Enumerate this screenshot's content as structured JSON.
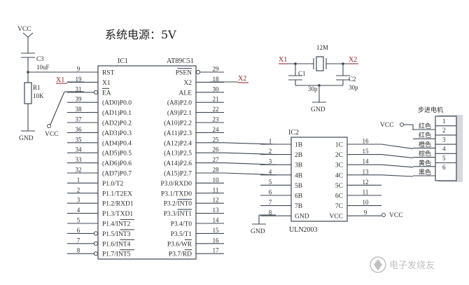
{
  "title": "系统电源：5V",
  "ic1": {
    "ref": "IC1",
    "part": "AT89C51",
    "left_pins": [
      {
        "num": "9",
        "name": "RST"
      },
      {
        "num": "19",
        "name": "X1"
      },
      {
        "num": "31",
        "name": "EA"
      },
      {
        "num": "39",
        "name": "(AD0)P0.0"
      },
      {
        "num": "38",
        "name": "(AD1)P0.1"
      },
      {
        "num": "37",
        "name": "(AD2)P0.2"
      },
      {
        "num": "36",
        "name": "(AD3)P0.3"
      },
      {
        "num": "35",
        "name": "(AD4)P0.4"
      },
      {
        "num": "34",
        "name": "(AD5)P0.5"
      },
      {
        "num": "33",
        "name": "(AD6)P0.6"
      },
      {
        "num": "32",
        "name": "(AD7)P0.7"
      },
      {
        "num": "1",
        "name": "P1.0/T2"
      },
      {
        "num": "2",
        "name": "P1.1/T2EX"
      },
      {
        "num": "3",
        "name": "P1.2/RXD1"
      },
      {
        "num": "4",
        "name": "P1.3/TXD1"
      },
      {
        "num": "5",
        "name": "P1.4/INT2"
      },
      {
        "num": "6",
        "name": "P1.5/INT3"
      },
      {
        "num": "7",
        "name": "P1.6/INT4"
      },
      {
        "num": "8",
        "name": "P1.7/INT5"
      }
    ],
    "right_pins": [
      {
        "num": "29",
        "name": "PSEN"
      },
      {
        "num": "18",
        "name": "X2"
      },
      {
        "num": "30",
        "name": "ALE"
      },
      {
        "num": "21",
        "name": "(A8)P2.0"
      },
      {
        "num": "22",
        "name": "(A9)P2.1"
      },
      {
        "num": "23",
        "name": "(A10)P2.2"
      },
      {
        "num": "24",
        "name": "(A11)P2.3"
      },
      {
        "num": "25",
        "name": "(A12)P2.4"
      },
      {
        "num": "26",
        "name": "(A13)P2.5"
      },
      {
        "num": "27",
        "name": "(A14)P2.6"
      },
      {
        "num": "28",
        "name": "(A15)P2.7"
      },
      {
        "num": "10",
        "name": "P3.0/RXD0"
      },
      {
        "num": "11",
        "name": "P3.1/TXD0"
      },
      {
        "num": "12",
        "name": "P3.2/INT0"
      },
      {
        "num": "13",
        "name": "P3.3/INT1"
      },
      {
        "num": "14",
        "name": "P3.4/T0"
      },
      {
        "num": "15",
        "name": "P3.5/T1"
      },
      {
        "num": "16",
        "name": "P3.6/WR"
      },
      {
        "num": "17",
        "name": "P3.7/RD"
      }
    ]
  },
  "ic2": {
    "ref": "IC2",
    "part": "ULN2003",
    "left_pins": [
      {
        "num": "1",
        "name": "1B"
      },
      {
        "num": "2",
        "name": "2B"
      },
      {
        "num": "3",
        "name": "3B"
      },
      {
        "num": "4",
        "name": "4B"
      },
      {
        "num": "5",
        "name": "5B"
      },
      {
        "num": "6",
        "name": "6B"
      },
      {
        "num": "7",
        "name": "7B"
      },
      {
        "num": "8",
        "name": "GND"
      }
    ],
    "right_pins": [
      {
        "num": "16",
        "name": "1C"
      },
      {
        "num": "15",
        "name": "2C"
      },
      {
        "num": "14",
        "name": "3C"
      },
      {
        "num": "13",
        "name": "4C"
      },
      {
        "num": "12",
        "name": "5C"
      },
      {
        "num": "11",
        "name": "6C"
      },
      {
        "num": "10",
        "name": "7C"
      },
      {
        "num": "9",
        "name": "VCC"
      }
    ]
  },
  "power": {
    "vcc_top": "VCC",
    "c3": "C3",
    "c3_value": "10uF",
    "r1": "R1",
    "r1_value": "10K",
    "gnd_left": "GND",
    "vcc_ea": "VCC",
    "net_x1": "X1"
  },
  "crystal": {
    "net_x1": "X1",
    "net_x2": "X2",
    "value": "12M",
    "c1": "C1",
    "c1_value": "30p",
    "c2": "C2",
    "c2_value": "30p",
    "gnd": "GND"
  },
  "net_x2_ic1": "X2",
  "motor": {
    "title": "步进电机",
    "vcc": "VCC",
    "wires": [
      "红色",
      "红色",
      "橙色",
      "棕色",
      "黄色",
      "黑色"
    ],
    "pins": [
      "1",
      "2",
      "3",
      "4",
      "5",
      "6"
    ]
  },
  "ic2_gnd": "GND",
  "ic2_vcc": "VCC",
  "watermark": "电子发烧友",
  "colors": {
    "wire": "#3d4655",
    "net_label": "#8b1e1e",
    "text": "#2c2c2c"
  }
}
